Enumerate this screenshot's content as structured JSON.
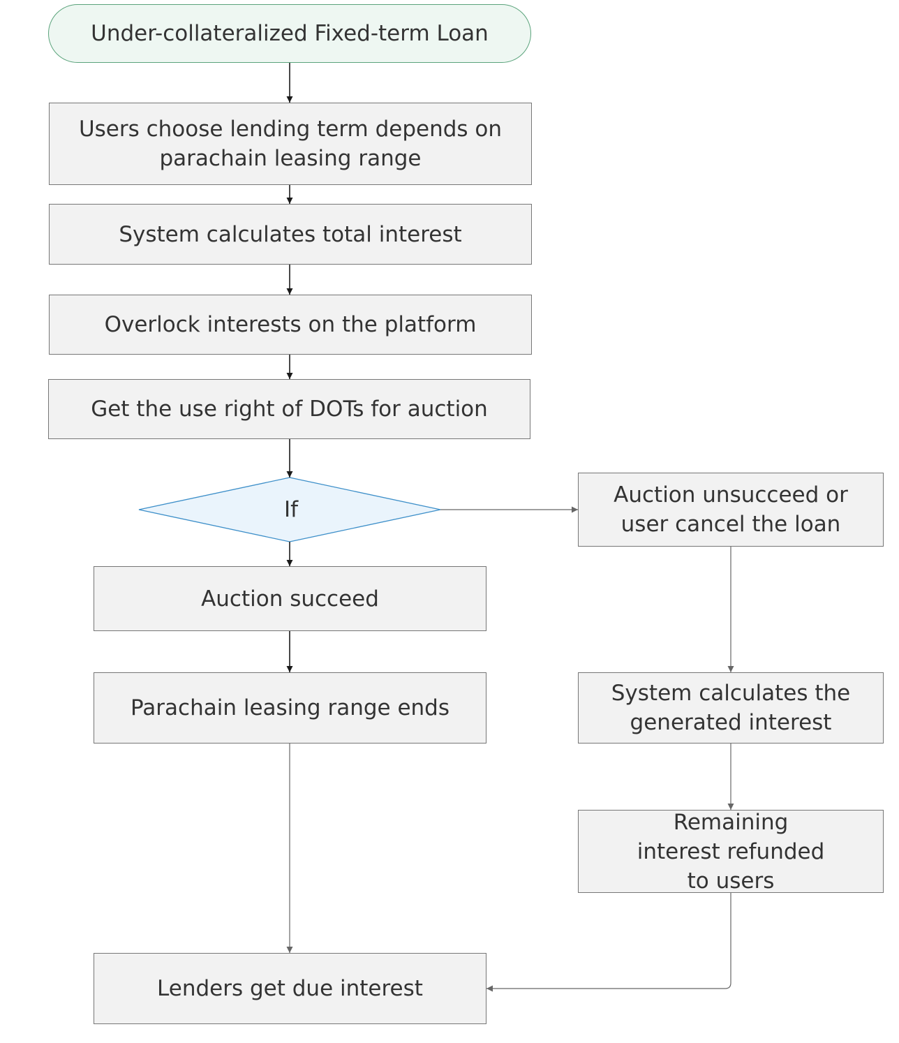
{
  "nodes": {
    "start": "Under-collateralized Fixed-term Loan",
    "choose_term": "Users choose lending term depends on parachain leasing range",
    "calc_interest": "System calculates total interest",
    "overlock": "Overlock interests on the platform",
    "get_dots": "Get the use right of DOTs for auction",
    "decision": "If",
    "success": "Auction succeed",
    "lease_ends": "Parachain leasing range ends",
    "lenders": "Lenders get due interest",
    "fail": "Auction unsucceed or user cancel the loan",
    "calc_generated": "System calculates the generated interest",
    "refund": "Remaining interest refunded to users"
  },
  "colors": {
    "box_fill": "#f2f2f2",
    "box_stroke": "#767676",
    "start_fill": "#eef7f2",
    "start_stroke": "#5aa37b",
    "decision_fill": "#eaf4fc",
    "decision_stroke": "#3d8fc9",
    "arrow_dark": "#1a1a1a",
    "arrow_gray": "#666666"
  }
}
